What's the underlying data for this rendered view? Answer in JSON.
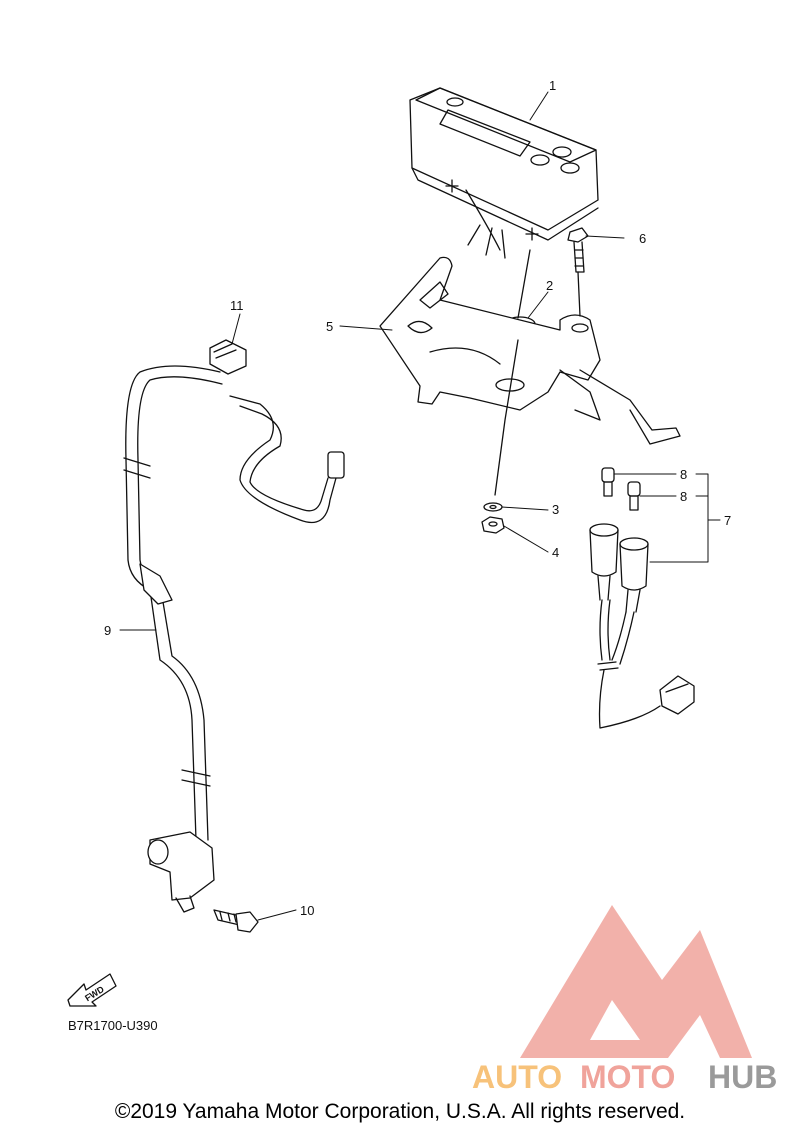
{
  "diagram": {
    "code": "B7R1700-U390",
    "fwd_label": "FWD",
    "callouts": [
      {
        "id": "c1",
        "label": "1"
      },
      {
        "id": "c2",
        "label": "2"
      },
      {
        "id": "c3",
        "label": "3"
      },
      {
        "id": "c4",
        "label": "4"
      },
      {
        "id": "c5",
        "label": "5"
      },
      {
        "id": "c6",
        "label": "6"
      },
      {
        "id": "c7",
        "label": "7"
      },
      {
        "id": "c8a",
        "label": "8"
      },
      {
        "id": "c8b",
        "label": "8"
      },
      {
        "id": "c9",
        "label": "9"
      },
      {
        "id": "c10",
        "label": "10"
      },
      {
        "id": "c11",
        "label": "11"
      }
    ]
  },
  "watermark": {
    "auto": "AUTO",
    "moto": "MOTO",
    "hub": "HUB",
    "logo_color": "#f0a39b",
    "auto_color": "#f7c27a",
    "hub_color": "#9a9a9a"
  },
  "footer": {
    "copyright": "©2019 Yamaha Motor Corporation, U.S.A. All rights reserved."
  }
}
